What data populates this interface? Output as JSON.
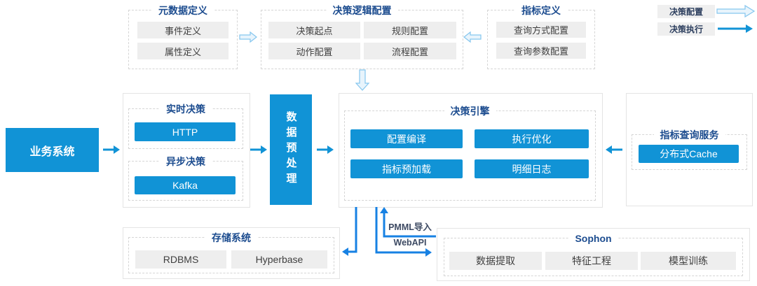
{
  "colors": {
    "primary_blue": "#1193d6",
    "flow_line_blue": "#1781e3",
    "hollow_arrow_blue": "#85c6ee",
    "title_navy": "#1c4c8f",
    "chip_gray": "#eeeeee"
  },
  "legend": {
    "items": [
      {
        "label": "决策配置",
        "arrow": "hollow-right-arrow"
      },
      {
        "label": "决策执行",
        "arrow": "solid-right-arrow"
      }
    ]
  },
  "top": {
    "metadata": {
      "title": "元数据定义",
      "items": [
        "事件定义",
        "属性定义"
      ]
    },
    "logic": {
      "title": "决策逻辑配置",
      "items": [
        "决策起点",
        "规则配置",
        "动作配置",
        "流程配置"
      ]
    },
    "indicator": {
      "title": "指标定义",
      "items": [
        "查询方式配置",
        "查询参数配置"
      ]
    }
  },
  "middle": {
    "business": {
      "label": "业务系统"
    },
    "access": {
      "realtime_title": "实时决策",
      "realtime_item": "HTTP",
      "async_title": "异步决策",
      "async_item": "Kafka"
    },
    "preprocess": {
      "label": "数据预处理"
    },
    "engine": {
      "title": "决策引擎",
      "items": [
        "配置编译",
        "执行优化",
        "指标预加载",
        "明细日志"
      ]
    },
    "query": {
      "title": "指标查询服务",
      "item": "分布式Cache"
    }
  },
  "bottom": {
    "storage": {
      "title": "存储系统",
      "items": [
        "RDBMS",
        "Hyperbase"
      ]
    },
    "sophon": {
      "title": "Sophon",
      "items": [
        "数据提取",
        "特征工程",
        "模型训练"
      ]
    }
  },
  "flows": {
    "pmml_label": "PMML导入",
    "webapi_label": "WebAPI"
  }
}
